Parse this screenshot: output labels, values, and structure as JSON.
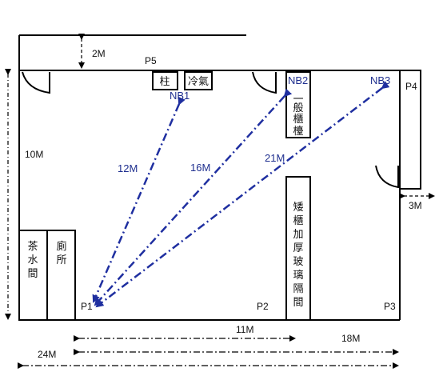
{
  "labels": {
    "p1": "P1",
    "p2": "P2",
    "p3": "P3",
    "p4": "P4",
    "p5": "P5",
    "nb1": "NB1",
    "nb2": "NB2",
    "nb3": "NB3"
  },
  "rooms": {
    "pillar": "柱",
    "aircon": "冷氣",
    "general_cabinet": [
      "一",
      "般",
      "櫃",
      "檯"
    ],
    "tea_room": [
      "茶",
      "水",
      "間"
    ],
    "toilet": [
      "廁",
      "所"
    ],
    "low_cabinet": [
      "矮",
      "櫃",
      "加",
      "厚",
      "玻",
      "璃",
      "隔",
      "間"
    ]
  },
  "distances": {
    "d12": "12M",
    "d16": "16M",
    "d21": "21M"
  },
  "dimensions": {
    "top_gap": "2M",
    "height": "10M",
    "right_gap": "3M",
    "p1_p2": "11M",
    "p1_p3": "18M",
    "total_width": "24M"
  },
  "colors": {
    "walls": "#000000",
    "signal_lines": "#1f2fa0",
    "signal_labels": "#1f2f8f"
  }
}
